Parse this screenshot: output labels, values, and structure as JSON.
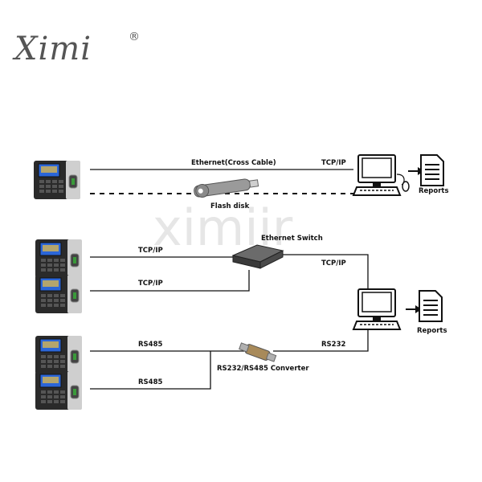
{
  "logo": {
    "brand": "Ximi",
    "registered": "®"
  },
  "watermark": "ximiir",
  "labels": {
    "ethernet_cross": "Ethernet(Cross Cable)",
    "tcpip_top": "TCP/IP",
    "flash_disk": "Flash disk",
    "reports_top": "Reports",
    "tcpip_dev1": "TCP/IP",
    "ethernet_switch": "Ethernet Switch",
    "tcpip_pc2": "TCP/IP",
    "tcpip_dev2": "TCP/IP",
    "reports_bottom": "Reports",
    "rs485_1": "RS485",
    "rs232": "RS232",
    "converter": "RS232/RS485 Converter",
    "rs485_2": "RS485"
  },
  "icons": [
    "fingerprint-terminal-icon",
    "computer-icon",
    "report-document-icon",
    "flash-disk-icon",
    "ethernet-switch-icon",
    "converter-icon",
    "arrow-right-icon"
  ],
  "colors": {
    "line": "#111111",
    "device_body": "#2a2a2a",
    "device_screen": "#2b66d8",
    "text": "#111111"
  }
}
